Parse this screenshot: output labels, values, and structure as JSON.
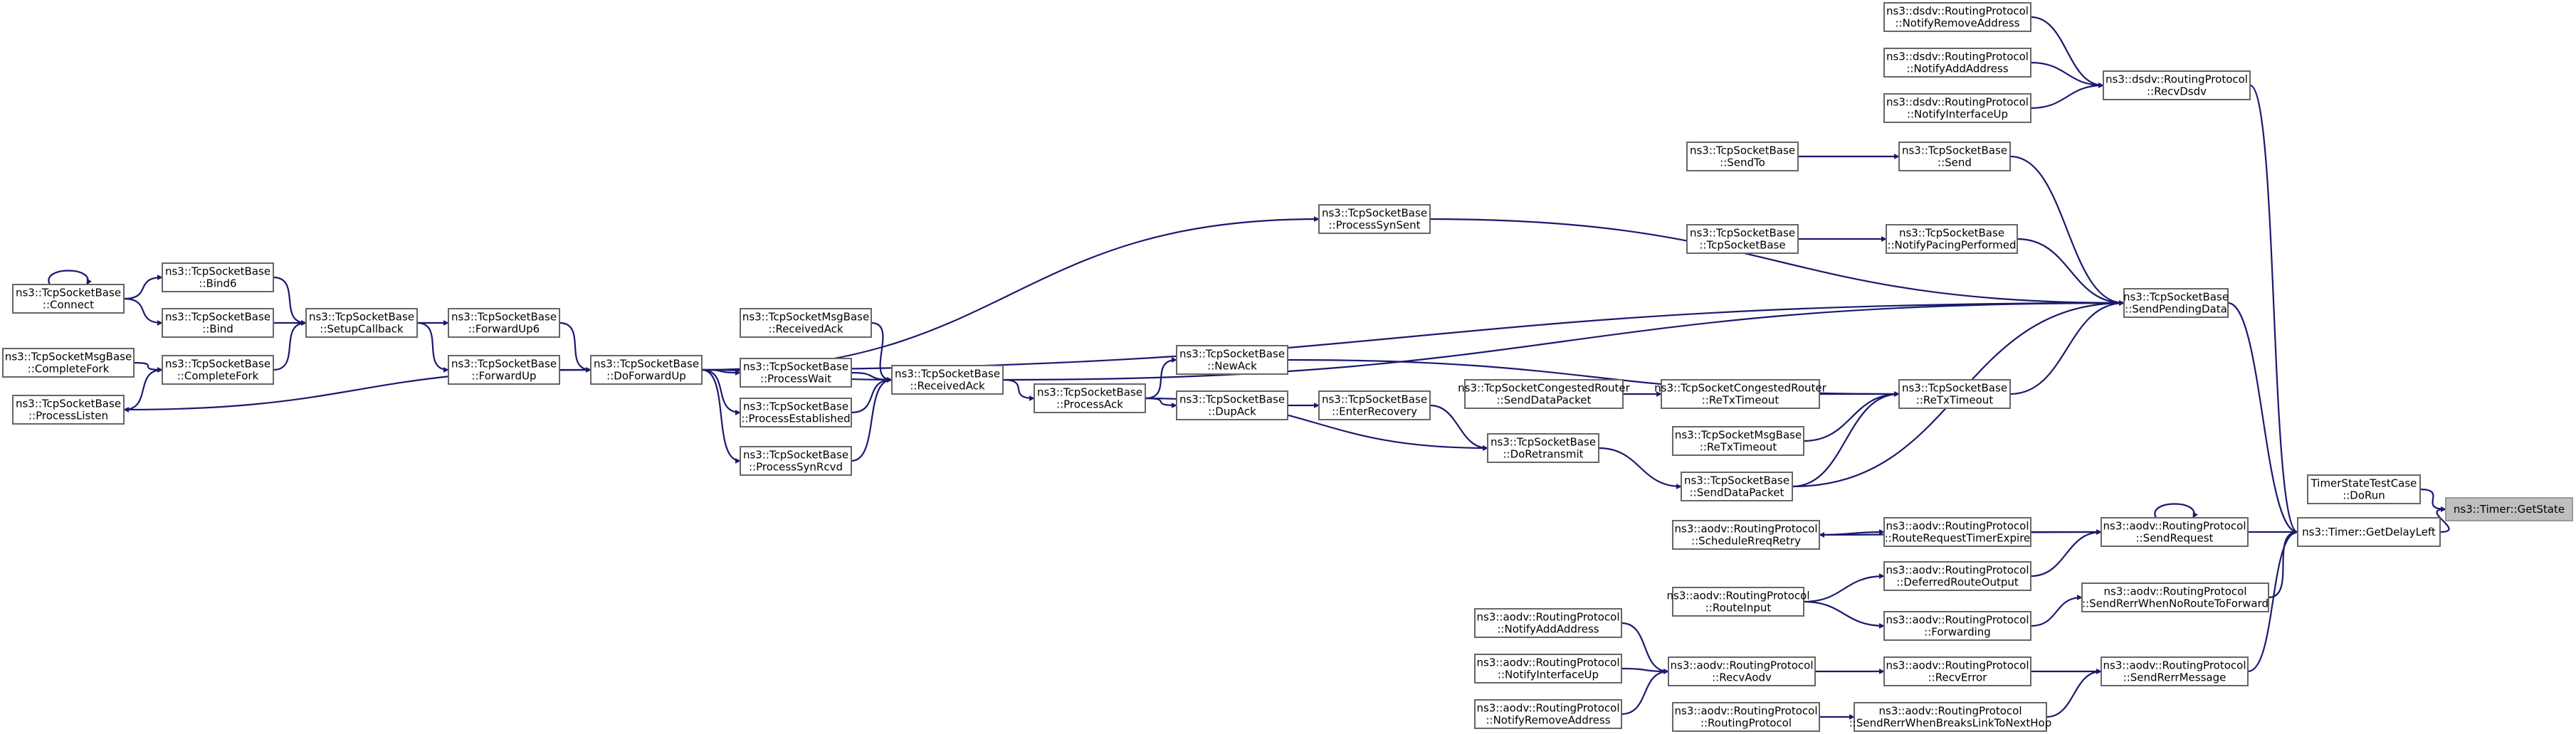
{
  "graph": {
    "root": "n_getstate",
    "edge_color": "#191970",
    "nodes": [
      {
        "id": "n_getstate",
        "lines": [
          "ns3::Timer::GetState"
        ]
      },
      {
        "id": "n_doRun",
        "lines": [
          "TimerStateTestCase",
          "::DoRun"
        ]
      },
      {
        "id": "n_getdelay",
        "lines": [
          "ns3::Timer::GetDelayLeft"
        ]
      },
      {
        "id": "n_recvdsdv",
        "lines": [
          "ns3::dsdv::RoutingProtocol",
          "::RecvDsdv"
        ]
      },
      {
        "id": "n_notifyremove_d",
        "lines": [
          "ns3::dsdv::RoutingProtocol",
          "::NotifyRemoveAddress"
        ]
      },
      {
        "id": "n_notifyadd_d",
        "lines": [
          "ns3::dsdv::RoutingProtocol",
          "::NotifyAddAddress"
        ]
      },
      {
        "id": "n_notifyif_d",
        "lines": [
          "ns3::dsdv::RoutingProtocol",
          "::NotifyInterfaceUp"
        ]
      },
      {
        "id": "n_sendpending",
        "lines": [
          "ns3::TcpSocketBase",
          "::SendPendingData"
        ]
      },
      {
        "id": "n_send",
        "lines": [
          "ns3::TcpSocketBase",
          "::Send"
        ]
      },
      {
        "id": "n_sendto",
        "lines": [
          "ns3::TcpSocketBase",
          "::SendTo"
        ]
      },
      {
        "id": "n_notifypacing",
        "lines": [
          "ns3::TcpSocketBase",
          "::NotifyPacingPerformed"
        ]
      },
      {
        "id": "n_tcpsocketbase",
        "lines": [
          "ns3::TcpSocketBase",
          "::TcpSocketBase"
        ]
      },
      {
        "id": "n_processsynsent",
        "lines": [
          "ns3::TcpSocketBase",
          "::ProcessSynSent"
        ]
      },
      {
        "id": "n_retx",
        "lines": [
          "ns3::TcpSocketBase",
          "::ReTxTimeout"
        ]
      },
      {
        "id": "n_congretx",
        "lines": [
          "ns3::TcpSocketCongestedRouter",
          "::ReTxTimeout"
        ]
      },
      {
        "id": "n_congsend",
        "lines": [
          "ns3::TcpSocketCongestedRouter",
          "::SendDataPacket"
        ]
      },
      {
        "id": "n_msgretx",
        "lines": [
          "ns3::TcpSocketMsgBase",
          "::ReTxTimeout"
        ]
      },
      {
        "id": "n_senddatapacket",
        "lines": [
          "ns3::TcpSocketBase",
          "::SendDataPacket"
        ]
      },
      {
        "id": "n_newack",
        "lines": [
          "ns3::TcpSocketBase",
          "::NewAck"
        ]
      },
      {
        "id": "n_dupack",
        "lines": [
          "ns3::TcpSocketBase",
          "::DupAck"
        ]
      },
      {
        "id": "n_enterrecovery",
        "lines": [
          "ns3::TcpSocketBase",
          "::EnterRecovery"
        ]
      },
      {
        "id": "n_doretransmit",
        "lines": [
          "ns3::TcpSocketBase",
          "::DoRetransmit"
        ]
      },
      {
        "id": "n_processack",
        "lines": [
          "ns3::TcpSocketBase",
          "::ProcessAck"
        ]
      },
      {
        "id": "n_receivedack",
        "lines": [
          "ns3::TcpSocketBase",
          "::ReceivedAck"
        ]
      },
      {
        "id": "n_msgreceivedack",
        "lines": [
          "ns3::TcpSocketMsgBase",
          "::ReceivedAck"
        ]
      },
      {
        "id": "n_processwait",
        "lines": [
          "ns3::TcpSocketBase",
          "::ProcessWait"
        ]
      },
      {
        "id": "n_processestablished",
        "lines": [
          "ns3::TcpSocketBase",
          "::ProcessEstablished"
        ]
      },
      {
        "id": "n_processsynrcvd",
        "lines": [
          "ns3::TcpSocketBase",
          "::ProcessSynRcvd"
        ]
      },
      {
        "id": "n_doforwardup",
        "lines": [
          "ns3::TcpSocketBase",
          "::DoForwardUp"
        ]
      },
      {
        "id": "n_forwardup6",
        "lines": [
          "ns3::TcpSocketBase",
          "::ForwardUp6"
        ]
      },
      {
        "id": "n_forwardup",
        "lines": [
          "ns3::TcpSocketBase",
          "::ForwardUp"
        ]
      },
      {
        "id": "n_setupcallback",
        "lines": [
          "ns3::TcpSocketBase",
          "::SetupCallback"
        ]
      },
      {
        "id": "n_bind6",
        "lines": [
          "ns3::TcpSocketBase",
          "::Bind6"
        ]
      },
      {
        "id": "n_bind",
        "lines": [
          "ns3::TcpSocketBase",
          "::Bind"
        ]
      },
      {
        "id": "n_completefork",
        "lines": [
          "ns3::TcpSocketBase",
          "::CompleteFork"
        ]
      },
      {
        "id": "n_connect",
        "lines": [
          "ns3::TcpSocketBase",
          "::Connect"
        ]
      },
      {
        "id": "n_msgcompletefork",
        "lines": [
          "ns3::TcpSocketMsgBase",
          "::CompleteFork"
        ]
      },
      {
        "id": "n_processlisten",
        "lines": [
          "ns3::TcpSocketBase",
          "::ProcessListen"
        ]
      },
      {
        "id": "n_sendrequest",
        "lines": [
          "ns3::aodv::RoutingProtocol",
          "::SendRequest"
        ]
      },
      {
        "id": "n_routereqtimer",
        "lines": [
          "ns3::aodv::RoutingProtocol",
          "::RouteRequestTimerExpire"
        ]
      },
      {
        "id": "n_schedulereq",
        "lines": [
          "ns3::aodv::RoutingProtocol",
          "::ScheduleRreqRetry"
        ]
      },
      {
        "id": "n_deferred",
        "lines": [
          "ns3::aodv::RoutingProtocol",
          "::DeferredRouteOutput"
        ]
      },
      {
        "id": "n_routeinput",
        "lines": [
          "ns3::aodv::RoutingProtocol",
          "::RouteInput"
        ]
      },
      {
        "id": "n_forwarding",
        "lines": [
          "ns3::aodv::RoutingProtocol",
          "::Forwarding"
        ]
      },
      {
        "id": "n_sendrerrnoroute",
        "lines": [
          "ns3::aodv::RoutingProtocol",
          "::SendRerrWhenNoRouteToForward"
        ]
      },
      {
        "id": "n_sendrerrmsg",
        "lines": [
          "ns3::aodv::RoutingProtocol",
          "::SendRerrMessage"
        ]
      },
      {
        "id": "n_recverror",
        "lines": [
          "ns3::aodv::RoutingProtocol",
          "::RecvError"
        ]
      },
      {
        "id": "n_recvaodv",
        "lines": [
          "ns3::aodv::RoutingProtocol",
          "::RecvAodv"
        ]
      },
      {
        "id": "n_notifyadd_a",
        "lines": [
          "ns3::aodv::RoutingProtocol",
          "::NotifyAddAddress"
        ]
      },
      {
        "id": "n_notifyif_a",
        "lines": [
          "ns3::aodv::RoutingProtocol",
          "::NotifyInterfaceUp"
        ]
      },
      {
        "id": "n_notifyremove_a",
        "lines": [
          "ns3::aodv::RoutingProtocol",
          "::NotifyRemoveAddress"
        ]
      },
      {
        "id": "n_sendrerrbreaks",
        "lines": [
          "ns3::aodv::RoutingProtocol",
          "::SendRerrWhenBreaksLinkToNextHop"
        ]
      },
      {
        "id": "n_routingprotocol",
        "lines": [
          "ns3::aodv::RoutingProtocol",
          "::RoutingProtocol"
        ]
      }
    ],
    "edges": [
      {
        "from": "n_doRun",
        "to": "n_getstate"
      },
      {
        "from": "n_getdelay",
        "to": "n_getstate"
      },
      {
        "from": "n_recvdsdv",
        "to": "n_getdelay"
      },
      {
        "from": "n_sendpending",
        "to": "n_getdelay"
      },
      {
        "from": "n_sendrequest",
        "to": "n_getdelay"
      },
      {
        "from": "n_sendrerrnoroute",
        "to": "n_getdelay"
      },
      {
        "from": "n_sendrerrmsg",
        "to": "n_getdelay"
      },
      {
        "from": "n_notifyremove_d",
        "to": "n_recvdsdv"
      },
      {
        "from": "n_notifyadd_d",
        "to": "n_recvdsdv"
      },
      {
        "from": "n_notifyif_d",
        "to": "n_recvdsdv"
      },
      {
        "from": "n_send",
        "to": "n_sendpending"
      },
      {
        "from": "n_sendto",
        "to": "n_send"
      },
      {
        "from": "n_notifypacing",
        "to": "n_sendpending"
      },
      {
        "from": "n_tcpsocketbase",
        "to": "n_notifypacing"
      },
      {
        "from": "n_processsynsent",
        "to": "n_sendpending"
      },
      {
        "from": "n_doforwardup",
        "to": "n_processsynsent"
      },
      {
        "from": "n_doforwardup",
        "to": "n_sendpending"
      },
      {
        "from": "n_receivedack",
        "to": "n_sendpending"
      },
      {
        "from": "n_retx",
        "to": "n_sendpending"
      },
      {
        "from": "n_senddatapacket",
        "to": "n_sendpending"
      },
      {
        "from": "n_newack",
        "to": "n_retx"
      },
      {
        "from": "n_congretx",
        "to": "n_retx"
      },
      {
        "from": "n_congsend",
        "to": "n_congretx"
      },
      {
        "from": "n_msgretx",
        "to": "n_retx"
      },
      {
        "from": "n_senddatapacket",
        "to": "n_retx"
      },
      {
        "from": "n_doretransmit",
        "to": "n_senddatapacket"
      },
      {
        "from": "n_enterrecovery",
        "to": "n_doretransmit"
      },
      {
        "from": "n_dupack",
        "to": "n_enterrecovery"
      },
      {
        "from": "n_processack",
        "to": "n_dupack"
      },
      {
        "from": "n_processack",
        "to": "n_newack"
      },
      {
        "from": "n_processack",
        "to": "n_doretransmit"
      },
      {
        "from": "n_receivedack",
        "to": "n_processack"
      },
      {
        "from": "n_msgreceivedack",
        "to": "n_receivedack"
      },
      {
        "from": "n_processwait",
        "to": "n_receivedack"
      },
      {
        "from": "n_processestablished",
        "to": "n_receivedack"
      },
      {
        "from": "n_processsynrcvd",
        "to": "n_receivedack"
      },
      {
        "from": "n_doforwardup",
        "to": "n_receivedack"
      },
      {
        "from": "n_doforwardup",
        "to": "n_processwait"
      },
      {
        "from": "n_doforwardup",
        "to": "n_processestablished"
      },
      {
        "from": "n_doforwardup",
        "to": "n_processsynrcvd"
      },
      {
        "from": "n_forwardup6",
        "to": "n_doforwardup"
      },
      {
        "from": "n_forwardup",
        "to": "n_doforwardup"
      },
      {
        "from": "n_setupcallback",
        "to": "n_forwardup6"
      },
      {
        "from": "n_setupcallback",
        "to": "n_forwardup"
      },
      {
        "from": "n_bind6",
        "to": "n_setupcallback"
      },
      {
        "from": "n_bind",
        "to": "n_setupcallback"
      },
      {
        "from": "n_completefork",
        "to": "n_setupcallback"
      },
      {
        "from": "n_connect",
        "to": "n_bind6"
      },
      {
        "from": "n_connect",
        "to": "n_bind"
      },
      {
        "from": "n_connect",
        "to": "n_connect"
      },
      {
        "from": "n_msgcompletefork",
        "to": "n_completefork"
      },
      {
        "from": "n_processlisten",
        "to": "n_completefork"
      },
      {
        "from": "n_doforwardup",
        "to": "n_processlisten"
      },
      {
        "from": "n_sendrequest",
        "to": "n_sendrequest"
      },
      {
        "from": "n_routereqtimer",
        "to": "n_sendrequest"
      },
      {
        "from": "n_schedulereq",
        "to": "n_routereqtimer"
      },
      {
        "from": "n_sendrequest",
        "to": "n_schedulereq"
      },
      {
        "from": "n_deferred",
        "to": "n_sendrequest"
      },
      {
        "from": "n_routeinput",
        "to": "n_deferred"
      },
      {
        "from": "n_routeinput",
        "to": "n_forwarding"
      },
      {
        "from": "n_forwarding",
        "to": "n_sendrerrnoroute"
      },
      {
        "from": "n_recverror",
        "to": "n_sendrerrmsg"
      },
      {
        "from": "n_sendrerrbreaks",
        "to": "n_sendrerrmsg"
      },
      {
        "from": "n_recvaodv",
        "to": "n_recverror"
      },
      {
        "from": "n_notifyadd_a",
        "to": "n_recvaodv"
      },
      {
        "from": "n_notifyif_a",
        "to": "n_recvaodv"
      },
      {
        "from": "n_notifyremove_a",
        "to": "n_recvaodv"
      },
      {
        "from": "n_routingprotocol",
        "to": "n_sendrerrbreaks"
      }
    ]
  }
}
